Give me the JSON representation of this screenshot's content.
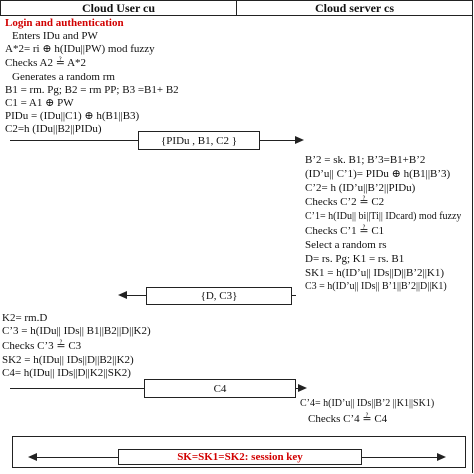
{
  "header": {
    "left": "Cloud User cu",
    "right": "Cloud server cs"
  },
  "user_steps": {
    "title": "Login and authentication",
    "lines": [
      "Enters IDu and PW",
      "A*2= ri ⊕ h(IDu||PW) mod fuzzy",
      "Checks A2 ≟ A*2",
      "Generates a random rm",
      "B1 = rm. Pg; B2 = rm PP; B3 =B1+ B2",
      "C1 = A1 ⊕ PW",
      "PIDu = (IDu||C1) ⊕ h(B1||B3)",
      "C2=h (IDu||B2||PIDu)"
    ]
  },
  "message1": "{PIDu , B1, C2 }",
  "server_steps": [
    "B’2 = sk. B1; B’3=B1+B’2",
    "(ID’u|| C’1)= PIDu ⊕ h(B1||B’3)",
    "C’2= h (ID’u||B’2||PIDu)",
    "Checks C’2 ≟ C2",
    "C’1= h(IDu|| bi||Ti|| IDcard) mod fuzzy",
    "Checks C’1 ≟ C1",
    "Select a random rs",
    "D= rs. Pg; K1 = rs. B1",
    "SK1 = h(ID’u|| IDs||D||B’2||K1)",
    "C3 = h(ID’u|| IDs|| B’1||B’2||D||K1)"
  ],
  "message2": "{D, C3}",
  "user_steps2": [
    "K2= rm.D",
    "C’3 = h(IDu|| IDs|| B1||B2||D||K2)",
    "Checks C’3 ≟ C3",
    "SK2 = h(IDu|| IDs||D||B2||K2)",
    "C4= h(IDu|| IDs||D||K2||SK2)"
  ],
  "message3": "C4",
  "server_steps2": [
    "C’4= h(ID’u|| IDs||B’2 ||K1||SK1)",
    "Checks C’4 ≟ C4"
  ],
  "session_key": "SK=SK1=SK2: session key"
}
